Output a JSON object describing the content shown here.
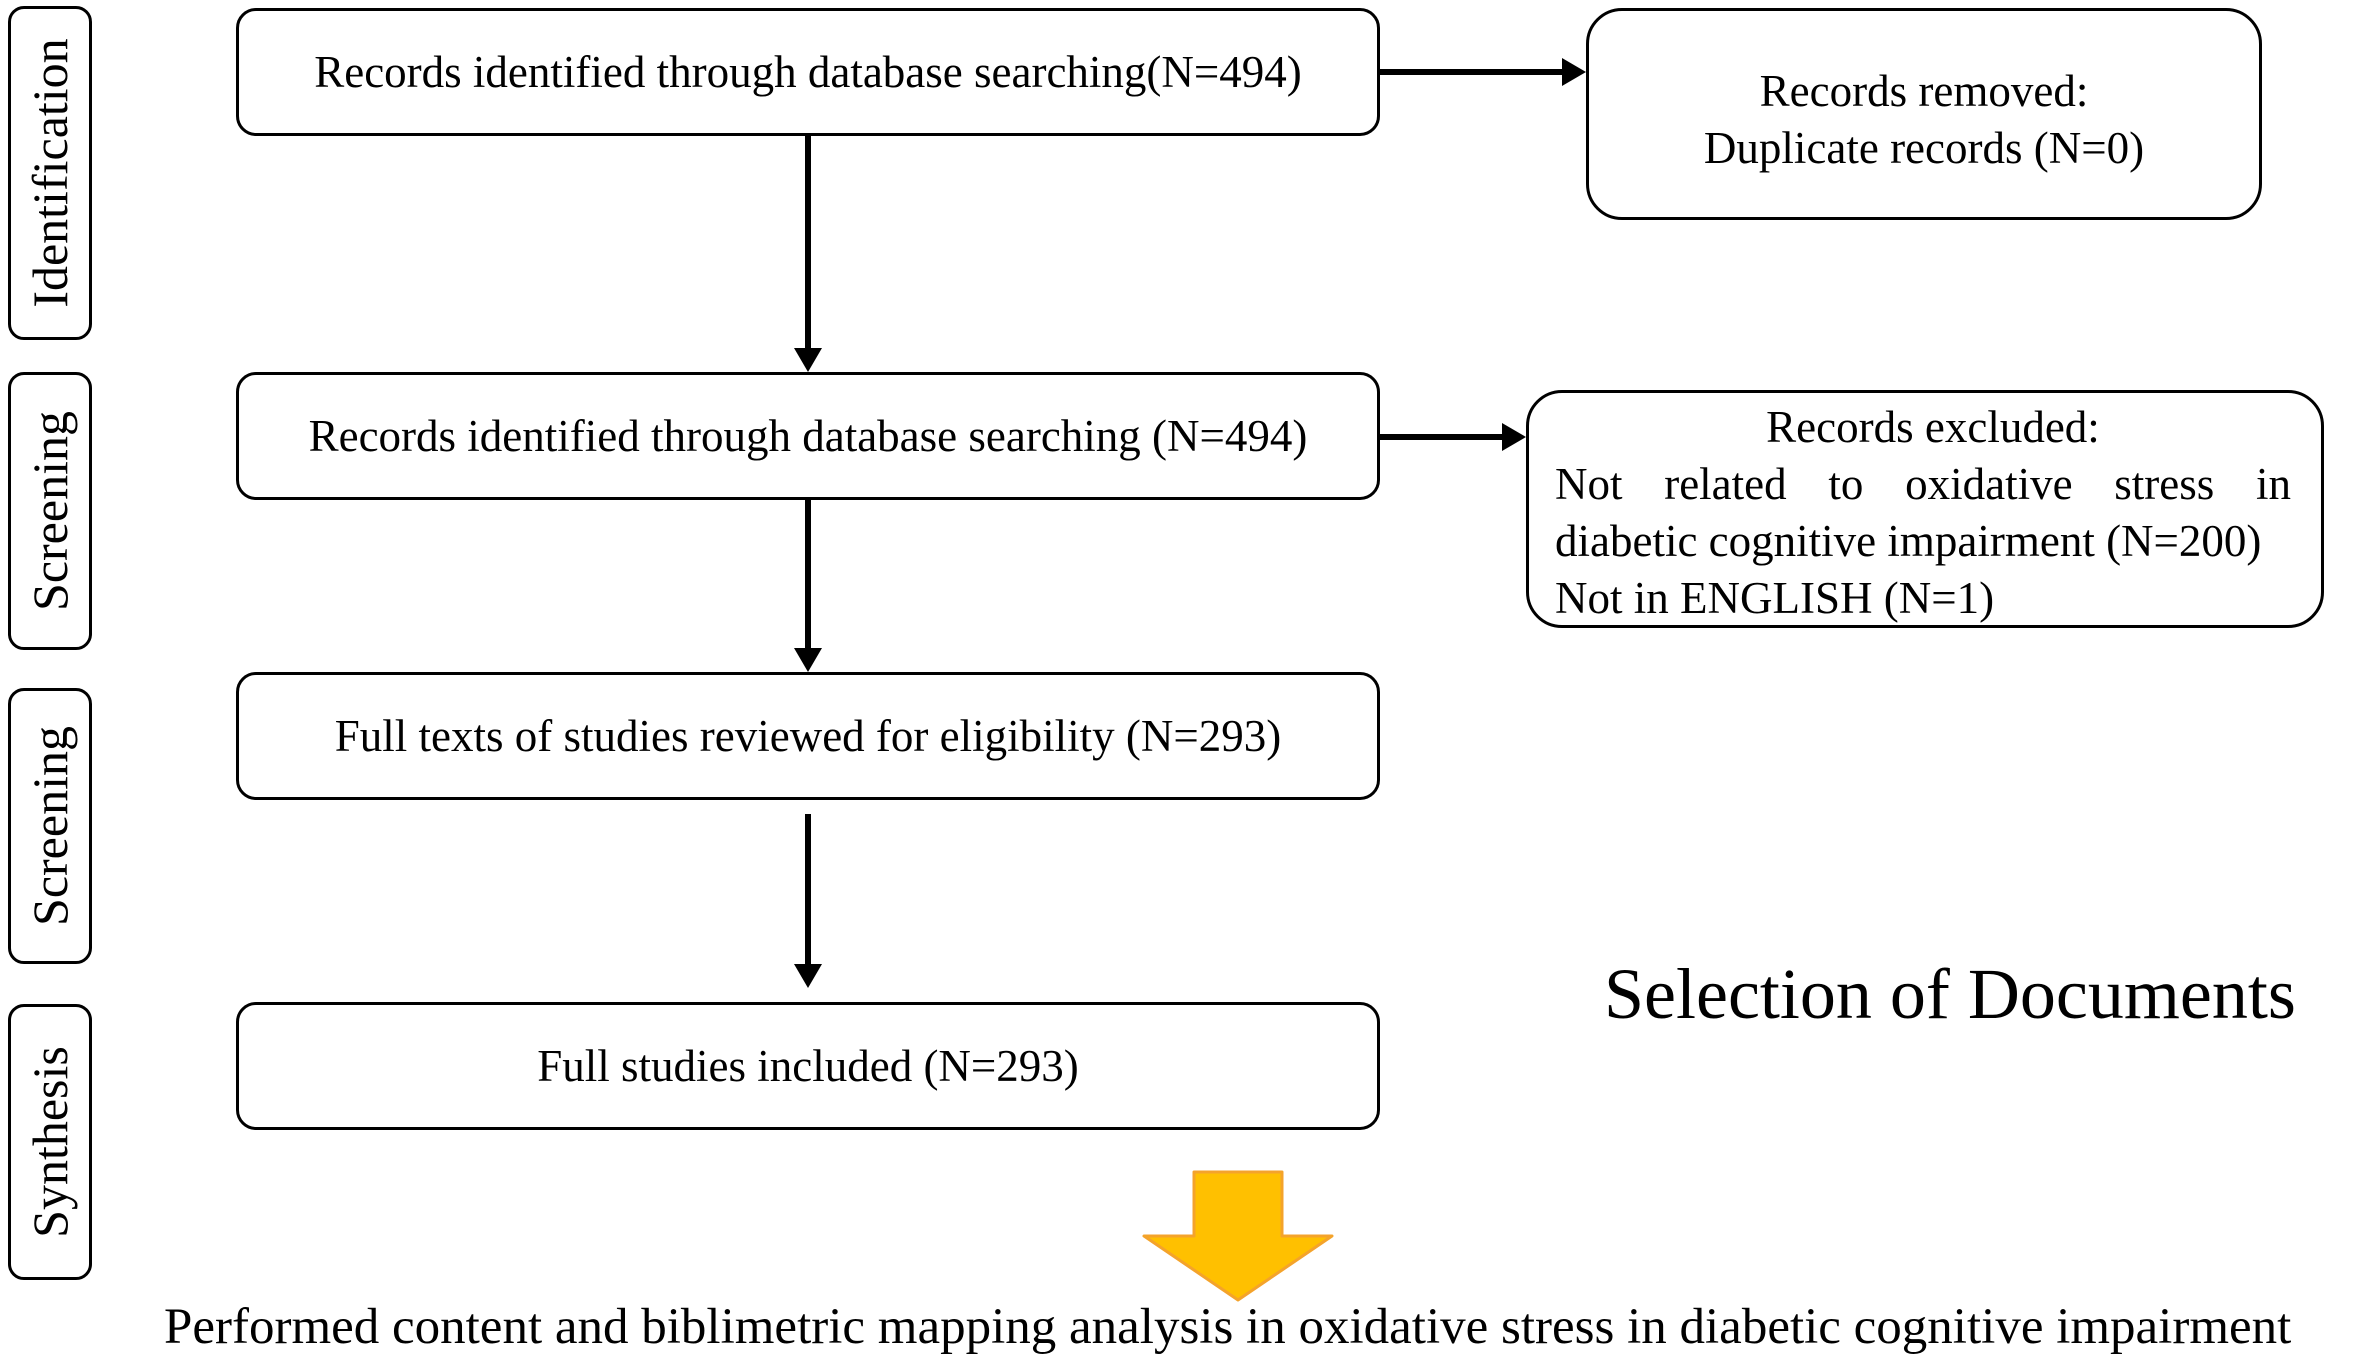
{
  "stages": {
    "identification": "Identification",
    "screening_1": "Screening",
    "screening_2": "Screening",
    "synthesis": "Synthesis"
  },
  "boxes": {
    "identified": "Records identified through database searching(N=494)",
    "screened": "Records identified through database searching (N=494)",
    "full_texts": "Full texts of studies reviewed for eligibility (N=293)",
    "included": "Full studies included (N=293)"
  },
  "removed": {
    "heading": "Records removed:",
    "line": "Duplicate records (N=0)"
  },
  "excluded": {
    "heading": "Records excluded:",
    "line_1": "Not related to oxidative stress in",
    "line_2": "diabetic cognitive impairment (N=200)",
    "line_3": "Not in ENGLISH (N=1)"
  },
  "title": "Selection of Documents",
  "conclusion": "Performed content and biblimetric mapping analysis in oxidative stress in diabetic cognitive impairment",
  "colors": {
    "arrow_fill": "#FFC000",
    "arrow_edge": "#F4A32B"
  }
}
